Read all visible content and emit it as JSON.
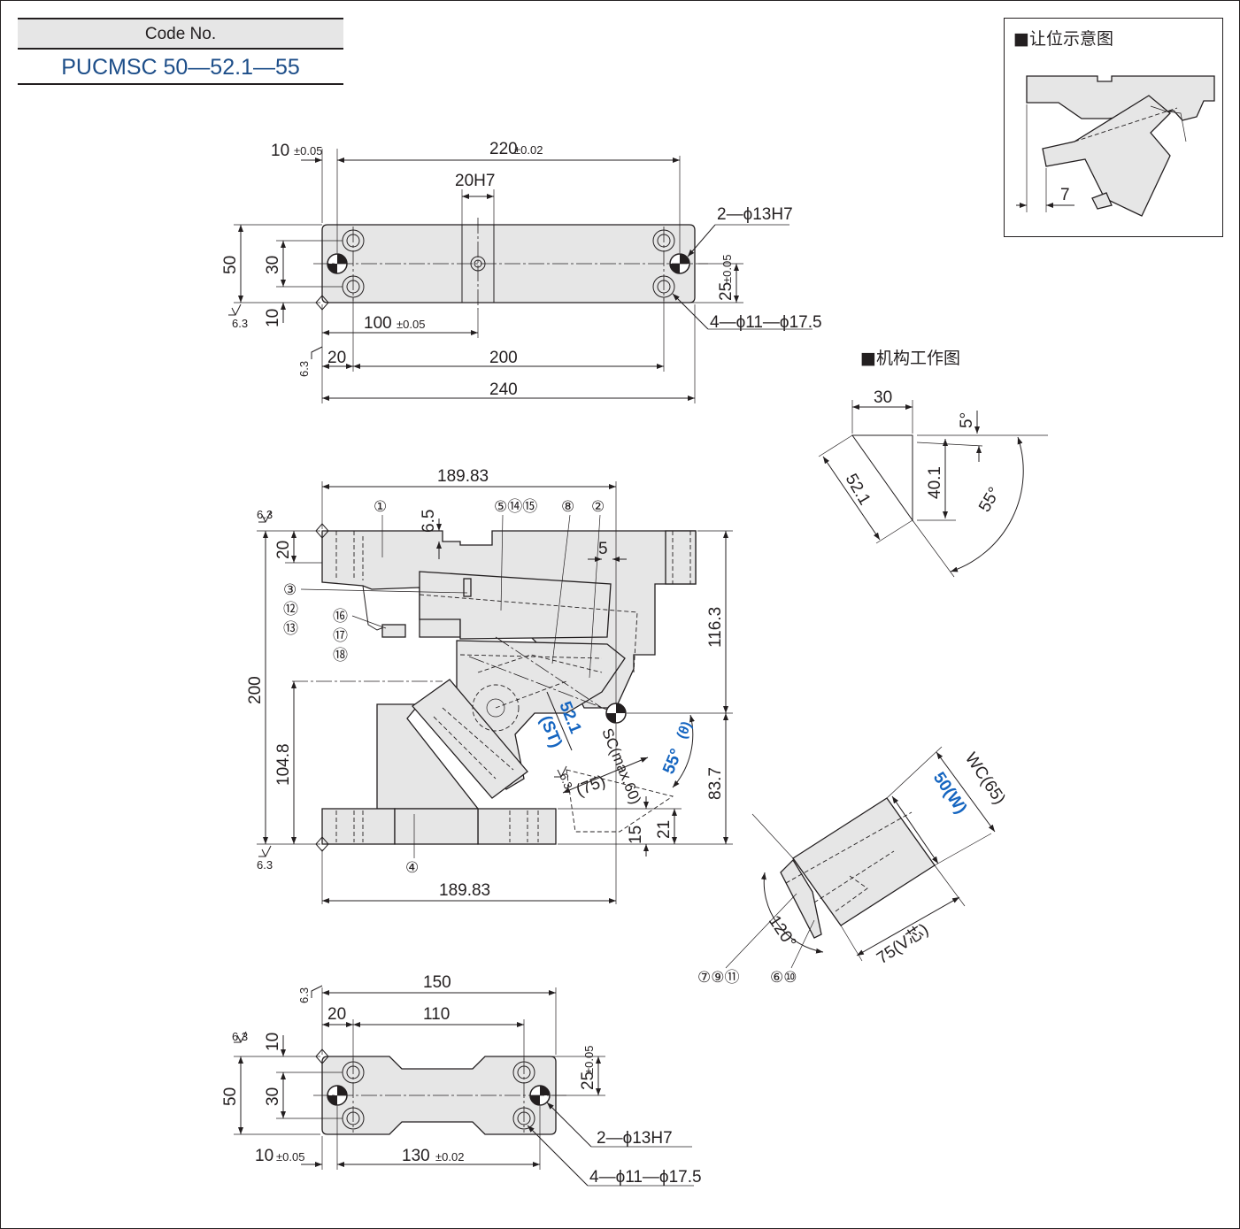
{
  "code_box": {
    "header": "Code No.",
    "value": "PUCMSC 50—52.1—55"
  },
  "inset": {
    "title": "■让位示意图",
    "dim_7": "7"
  },
  "mechanism": {
    "title": "■机构工作图",
    "dim_30": "30",
    "dim_5deg": "5°",
    "dim_40_1": "40.1",
    "dim_52_1": "52.1",
    "dim_55deg": "55°"
  },
  "top_view": {
    "dim_10": "10",
    "tol_10": "±0.05",
    "dim_220": "220",
    "tol_220": "±0.02",
    "dim_20h7": "20H7",
    "dim_50": "50",
    "dim_30": "30",
    "dim_10b": "10",
    "rough": "6.3",
    "dim_100": "100",
    "tol_100": "±0.05",
    "dim_20": "20",
    "dim_200": "200",
    "dim_240": "240",
    "note_pin": "2—ϕ13H7",
    "dim_25": "25",
    "tol_25": "±0.05",
    "note_holes": "4—ϕ11—ϕ17.5"
  },
  "front_view": {
    "dim_189_top": "189.83",
    "dim_6_5": "6.5",
    "dim_20": "20",
    "dim_5": "5",
    "dim_116_3": "116.3",
    "dim_200": "200",
    "dim_104_8": "104.8",
    "dim_83_7": "83.7",
    "dim_15": "15",
    "dim_21": "21",
    "dim_189_bottom": "189.83",
    "dim_75": "(75)",
    "label_52_1": "52.1",
    "label_st": "(ST)",
    "label_sc": "SC(max.60)",
    "label_angle": "55°",
    "label_theta": "(θ)",
    "rough": "6.3",
    "balloons_top": [
      "①",
      "⑤⑭⑮",
      "⑧",
      "②"
    ],
    "balloons_left_a": [
      "③",
      "⑫",
      "⑬"
    ],
    "balloons_left_b": [
      "⑯",
      "⑰",
      "⑱"
    ],
    "balloon_bottom": "④"
  },
  "cam_view": {
    "dim_wc": "WC(65)",
    "dim_w": "50(W)",
    "dim_v": "75(V芯)",
    "dim_angle": "120°",
    "balloons_a": "⑦⑨⑪",
    "balloons_b": "⑥⑩"
  },
  "bottom_view": {
    "dim_150": "150",
    "dim_20": "20",
    "dim_110": "110",
    "dim_10": "10",
    "dim_50": "50",
    "dim_30": "30",
    "dim_25": "25",
    "tol_25": "±0.05",
    "dim_10b": "10",
    "tol_10b": "±0.05",
    "dim_130": "130",
    "tol_130": "±0.02",
    "note_pin": "2—ϕ13H7",
    "note_holes": "4—ϕ11—ϕ17.5",
    "rough": "6.3"
  }
}
